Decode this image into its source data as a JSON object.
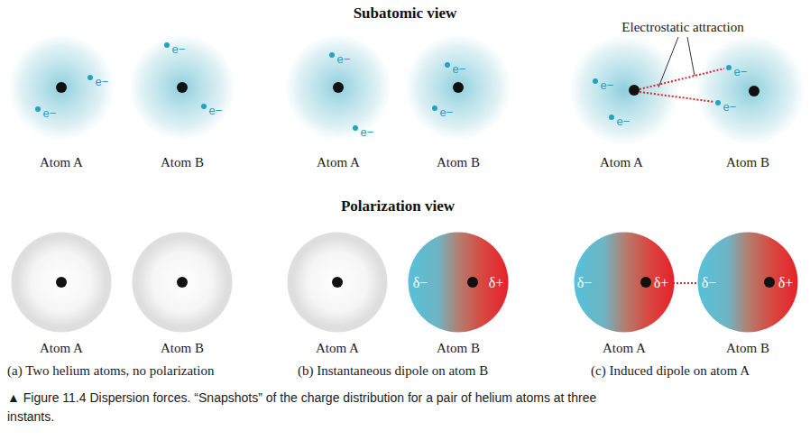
{
  "diagram": {
    "title": "Subatomic view",
    "caption": "▲ Figure 11.4 Dispersion forces. “Snapshots” of the charge distribution for a pair of helium atoms at three instants.",
    "nodes": [
      {
        "text": [
          "e−",
          "e−",
          "Atom A"
        ]
      },
      {
        "text": [
          "e−",
          "e−",
          "Atom B"
        ]
      },
      {
        "text": [
          "e−",
          "e−",
          "Atom A"
        ]
      },
      {
        "text": [
          "e−",
          "e−",
          "Atom B"
        ]
      },
      {
        "text": [
          "e−",
          "e−",
          "Atom A"
        ]
      },
      {
        "text": [
          "e−",
          "e−",
          "Atom B"
        ]
      },
      {
        "text": [
          "Atom A"
        ]
      },
      {
        "text": [
          "Atom B"
        ]
      },
      {
        "text": [
          "Atom A"
        ]
      },
      {
        "text": [
          "δ−",
          "δ+",
          "Atom B"
        ]
      },
      {
        "text": [
          "δ−",
          "δ+",
          "Atom A"
        ]
      },
      {
        "text": [
          "δ−",
          "δ+",
          "Atom B"
        ]
      }
    ],
    "labels": [
      "Polarization view",
      "Electrostatic attraction",
      "(a) Two helium atoms, no polarization",
      "(b) Instantaneous dipole on atom B",
      "(c) Induced dipole on atom A"
    ]
  }
}
